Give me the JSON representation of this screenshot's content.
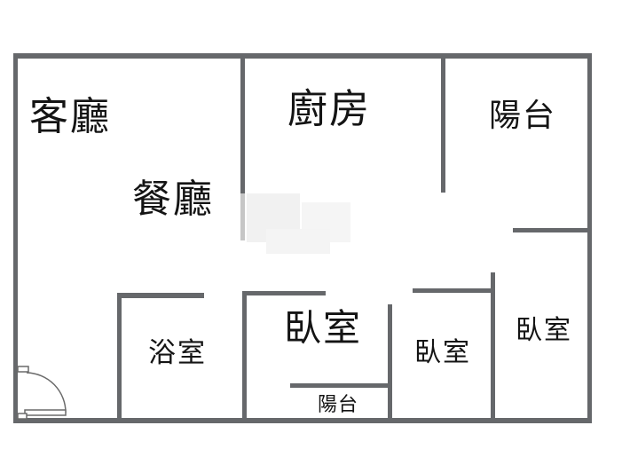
{
  "diagram_type": "apartment-floor-plan",
  "colors": {
    "wall": "#66686b",
    "wall_faded": "#c6c6c6",
    "text": "#141414",
    "background": "#ffffff",
    "watermark": "#f1f1f1"
  },
  "rooms": {
    "living": {
      "label": "客廳"
    },
    "kitchen": {
      "label": "廚房"
    },
    "balcony_top": {
      "label": "陽台"
    },
    "dining": {
      "label": "餐廳"
    },
    "bathroom": {
      "label": "浴室"
    },
    "bedroom_master": {
      "label": "臥室"
    },
    "bedroom_middle": {
      "label": "臥室"
    },
    "bedroom_right": {
      "label": "臥室"
    },
    "balcony_bottom": {
      "label": "陽台"
    }
  }
}
